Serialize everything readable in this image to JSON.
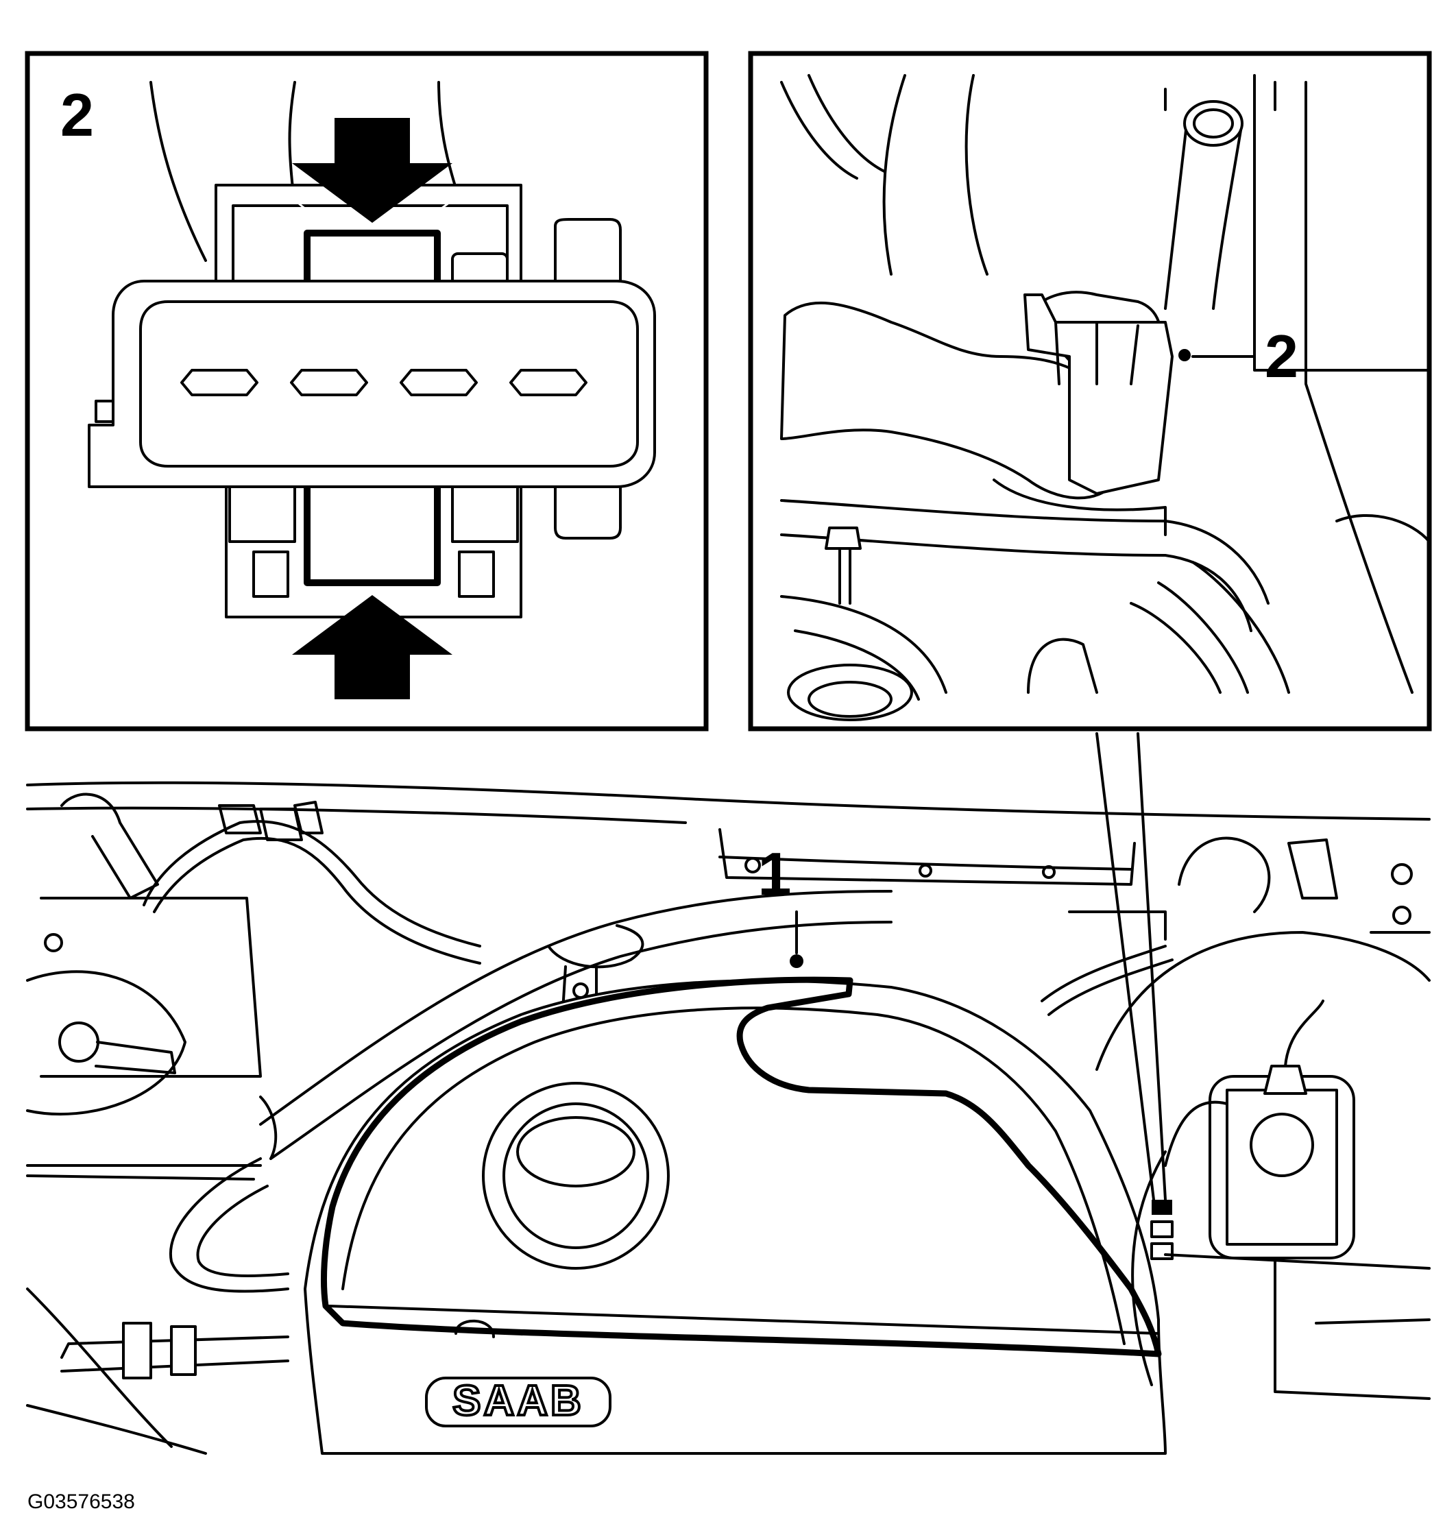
{
  "figure": {
    "id_text": "G03576538",
    "brand_text": "SAAB"
  },
  "callouts": {
    "detail_connector": "2",
    "detail_location": "2",
    "main_wiring": "1"
  },
  "arrows": {
    "press_top": "arrow-down",
    "press_bottom": "arrow-up"
  },
  "connector": {
    "pin_count": 4
  }
}
